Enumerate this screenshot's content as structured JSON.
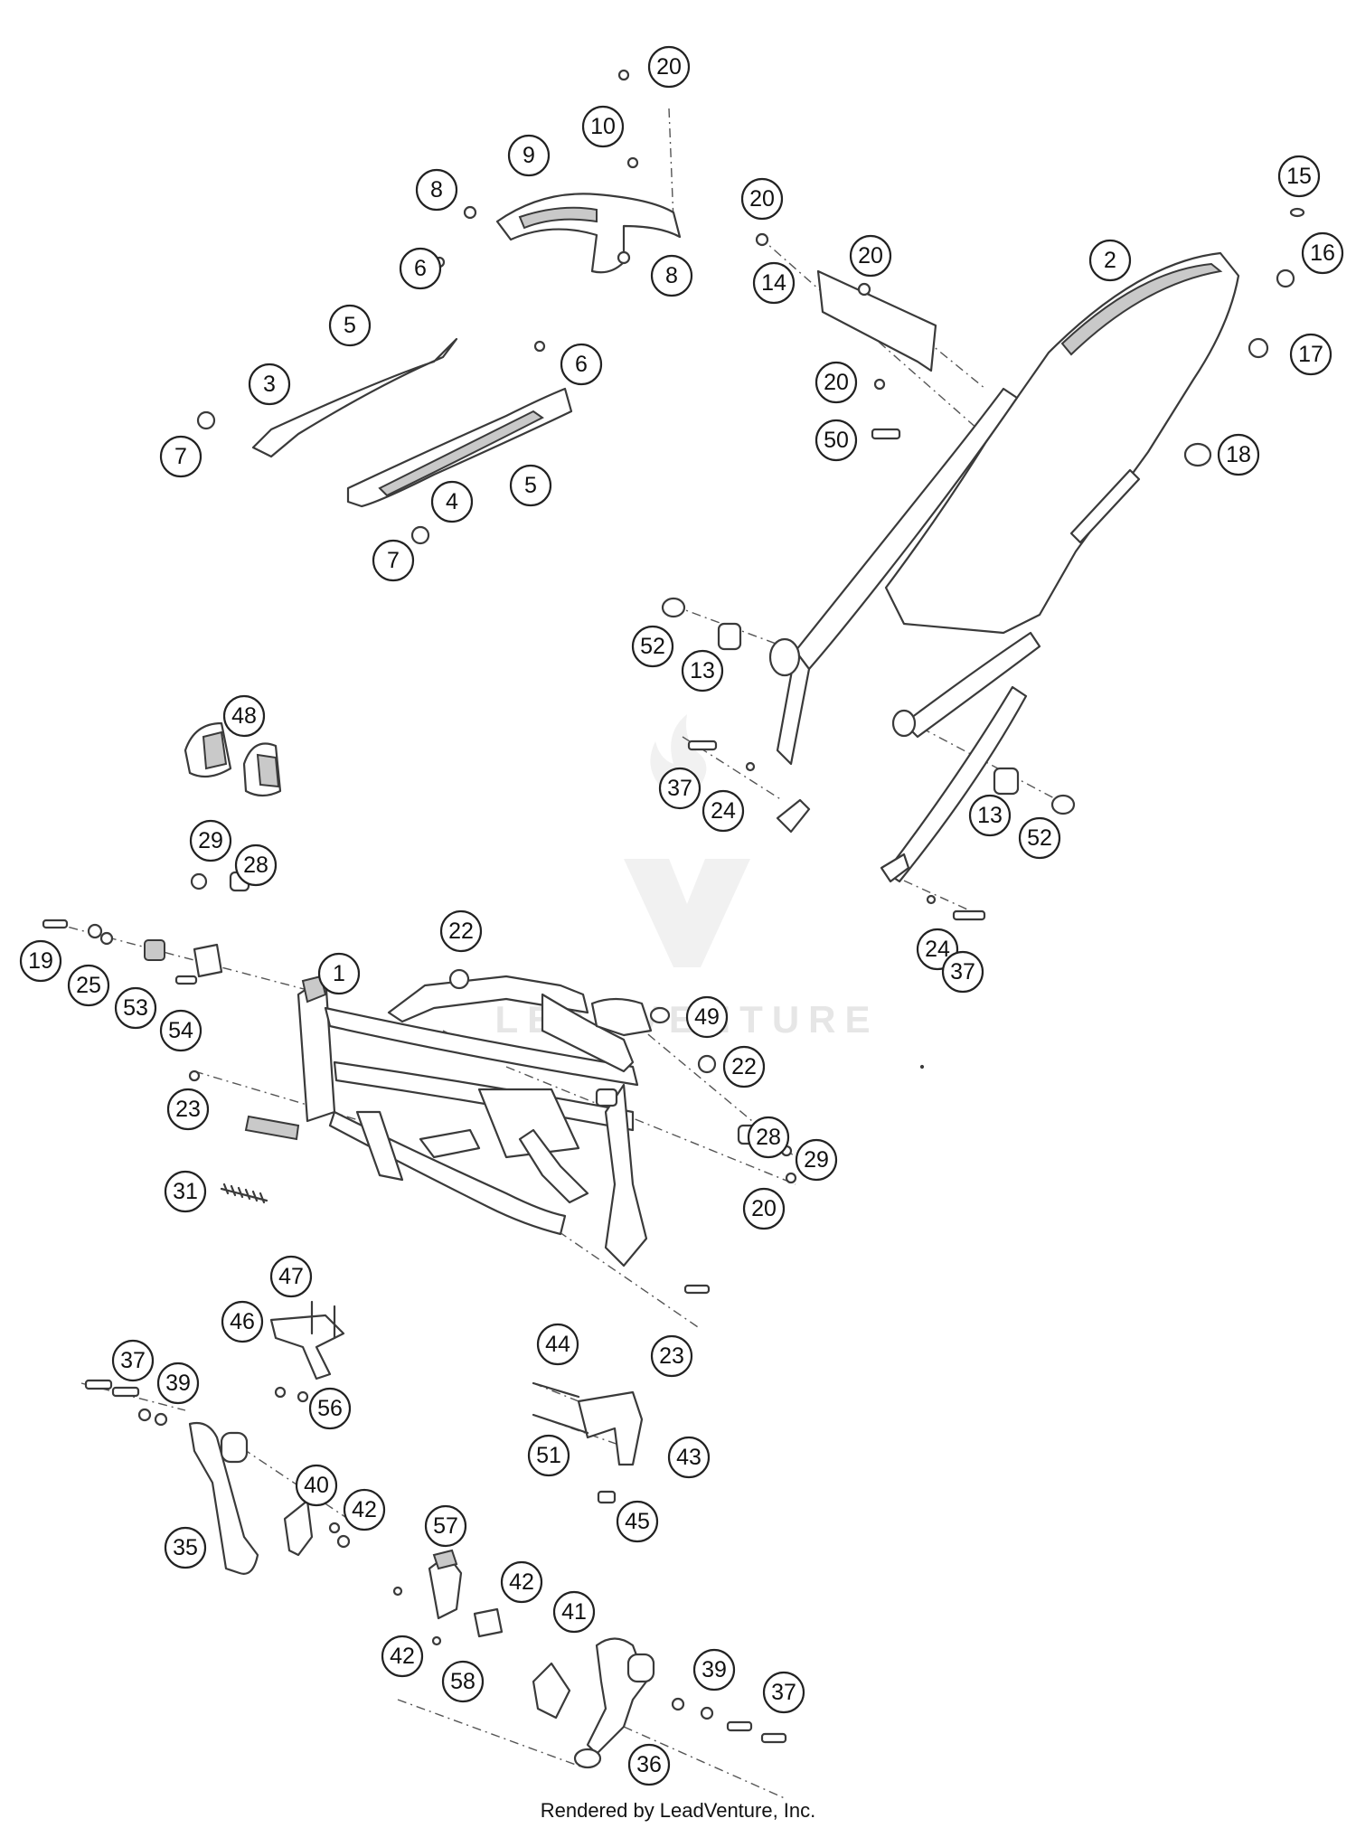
{
  "watermark": {
    "text": "LEADVENTURE"
  },
  "footer": {
    "text": "Rendered by LeadVenture, Inc."
  },
  "callouts": [
    "20",
    "10",
    "9",
    "8",
    "8",
    "6",
    "6",
    "5",
    "5",
    "3",
    "4",
    "7",
    "7",
    "20",
    "20",
    "14",
    "2",
    "15",
    "16",
    "17",
    "20",
    "50",
    "18",
    "52",
    "13",
    "48",
    "37",
    "24",
    "13",
    "52",
    "29",
    "28",
    "19",
    "25",
    "53",
    "54",
    "22",
    "1",
    "49",
    "22",
    "28",
    "29",
    "23",
    "31",
    "20",
    "24",
    "37",
    "47",
    "46",
    "37",
    "39",
    "56",
    "44",
    "23",
    "51",
    "43",
    "45",
    "40",
    "42",
    "35",
    "57",
    "42",
    "41",
    "42",
    "58",
    "39",
    "37",
    "36"
  ]
}
